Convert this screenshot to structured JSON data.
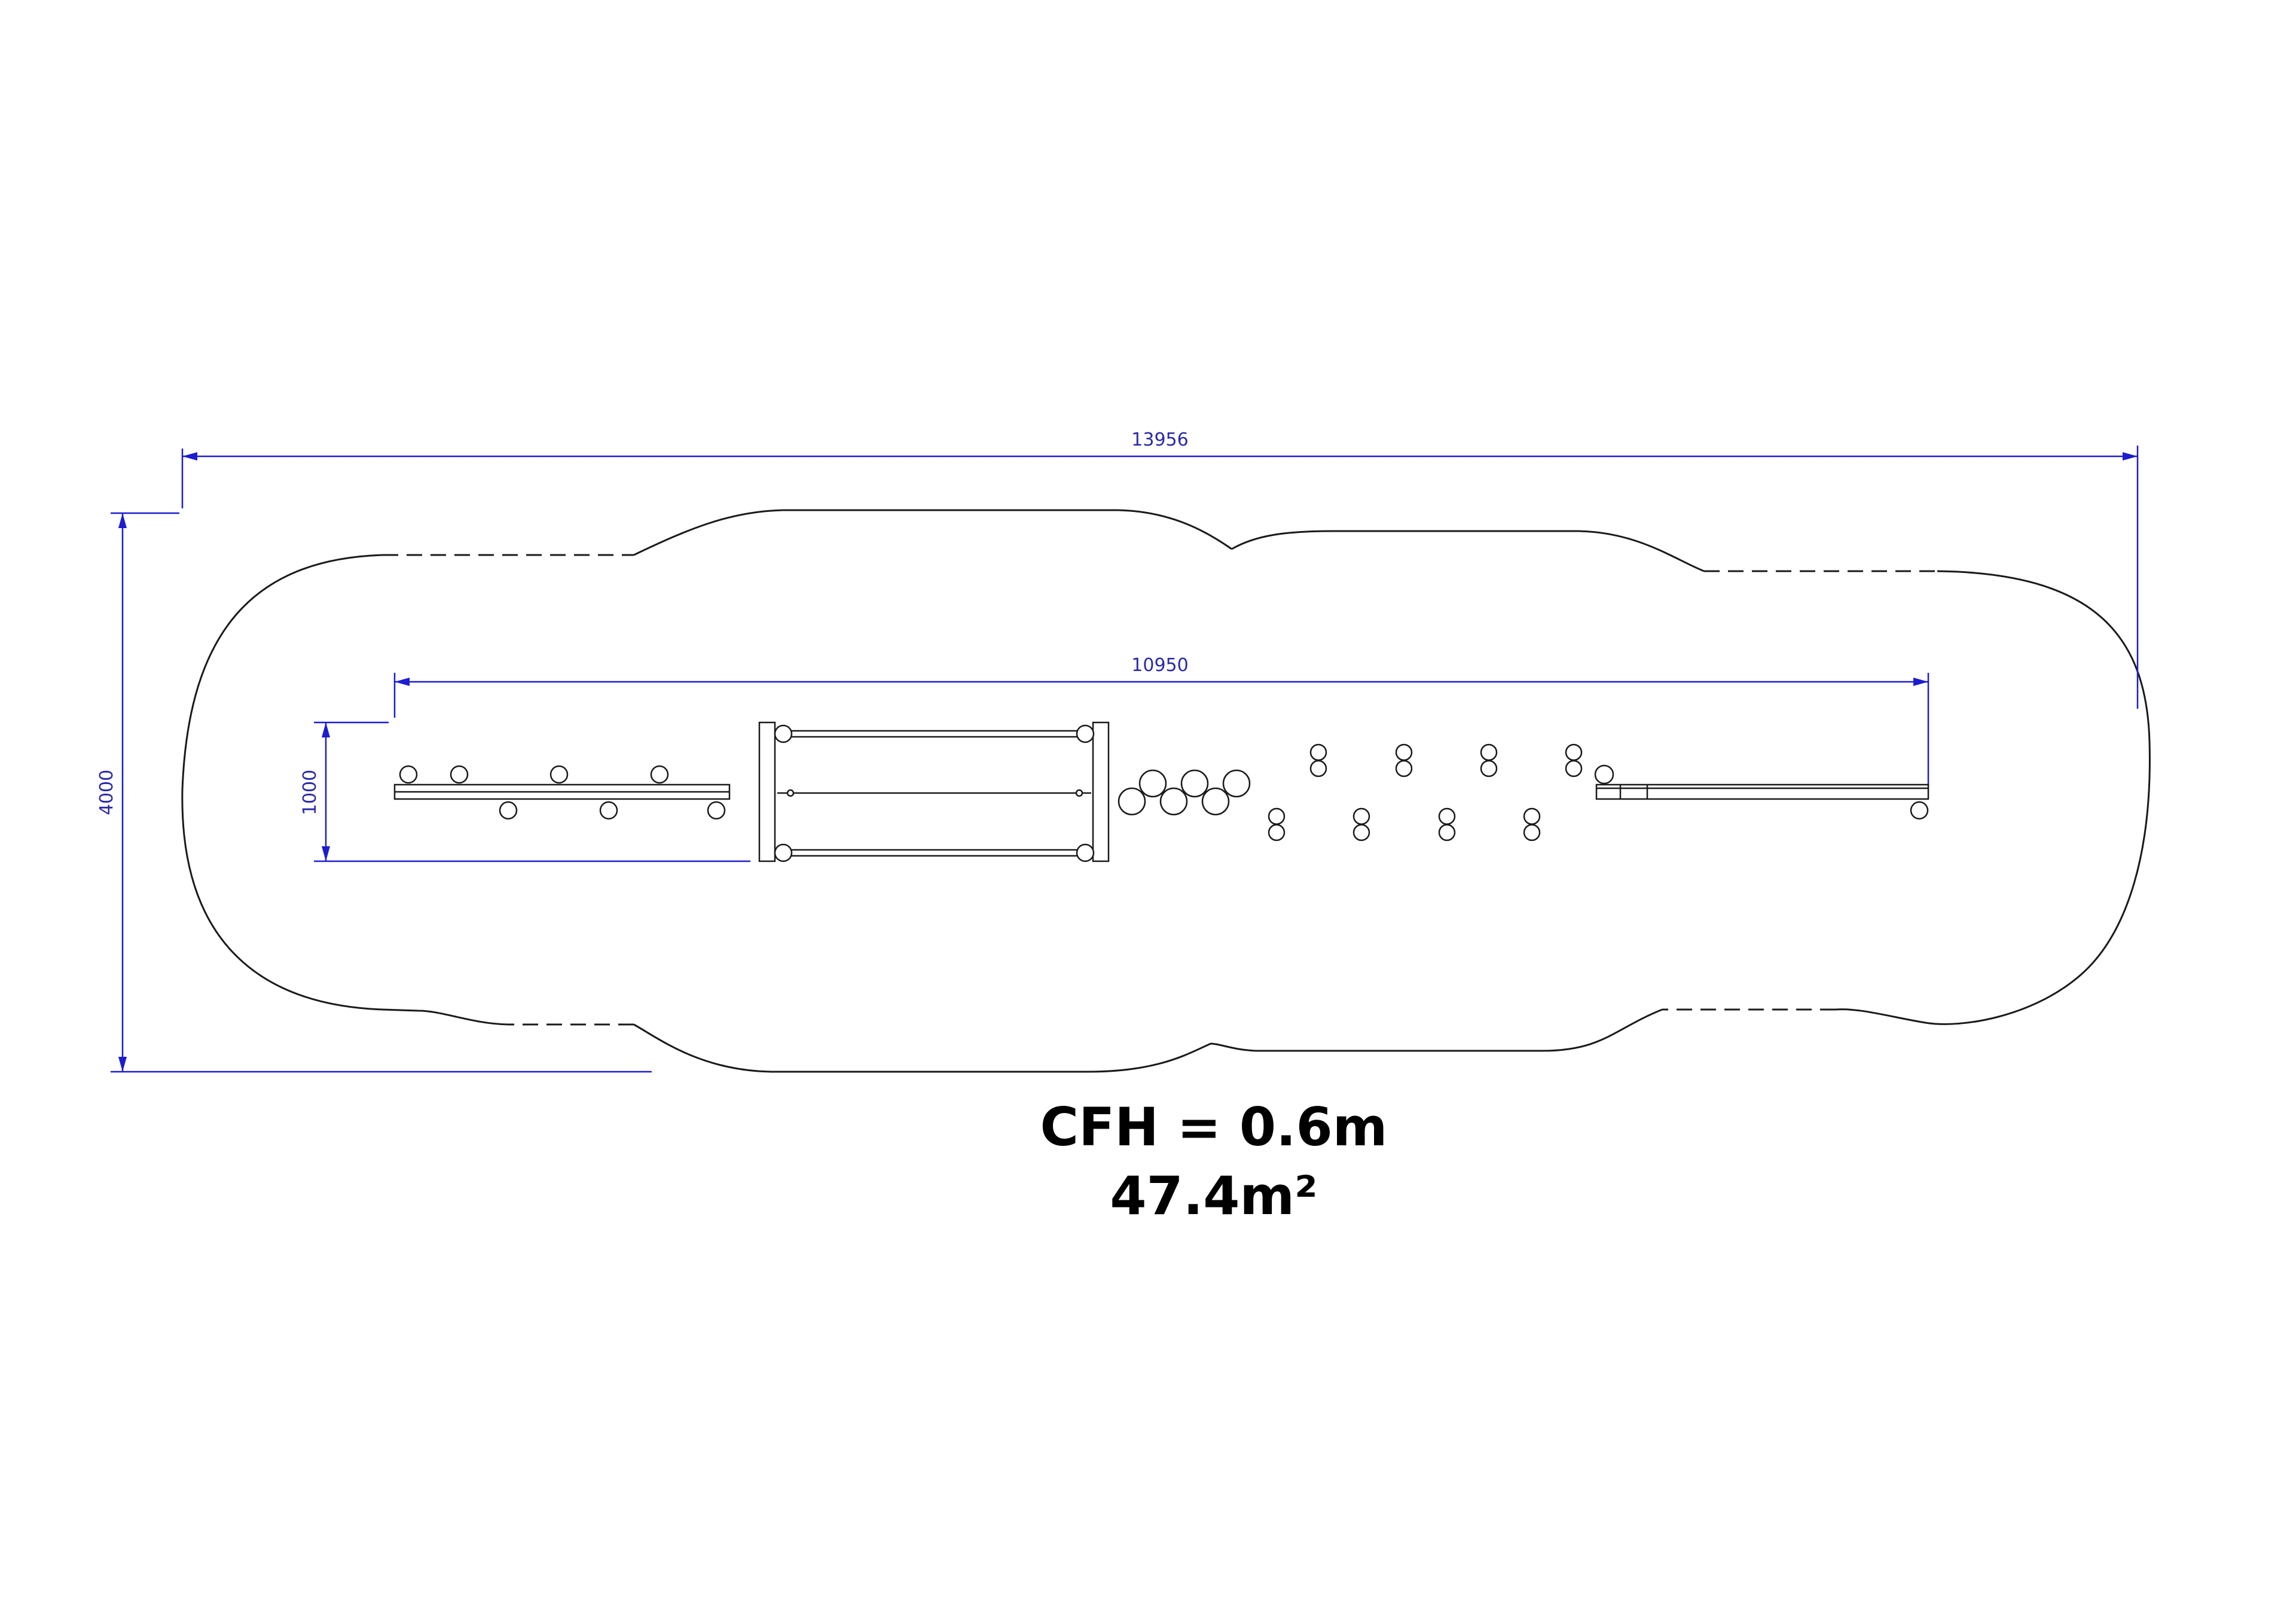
{
  "dimensions": {
    "overall_length": "13956",
    "overall_width": "4000",
    "equipment_length": "10950",
    "equipment_width": "1000"
  },
  "caption": {
    "cfh": "CFH = 0.6m",
    "area": "47.4m²"
  },
  "colors": {
    "dimension_lines": "#1c1cd0",
    "outline": "#1a1a1a",
    "background": "#ffffff"
  }
}
